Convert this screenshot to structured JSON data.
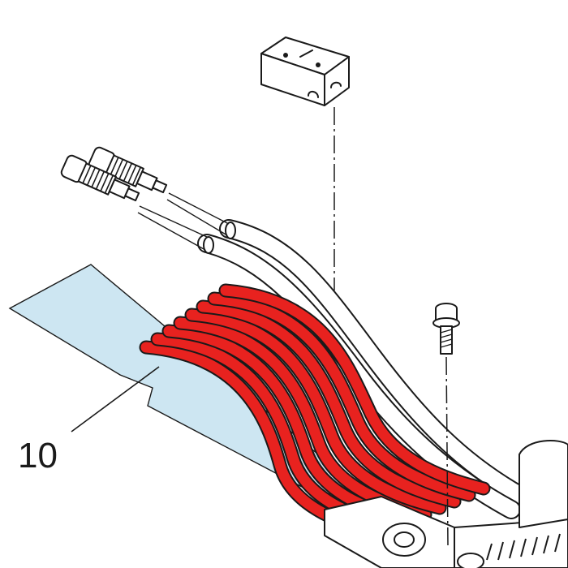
{
  "callouts": [
    {
      "label": "10"
    }
  ],
  "colors": {
    "highlight_tubes": "#e8221f",
    "sheet": "#cde6f2",
    "line": "#1a1a1a",
    "background": "#ffffff"
  },
  "icons": {
    "block": "terminal-block",
    "connectors": "tube-fitting-connector",
    "screw": "mounting-screw"
  }
}
